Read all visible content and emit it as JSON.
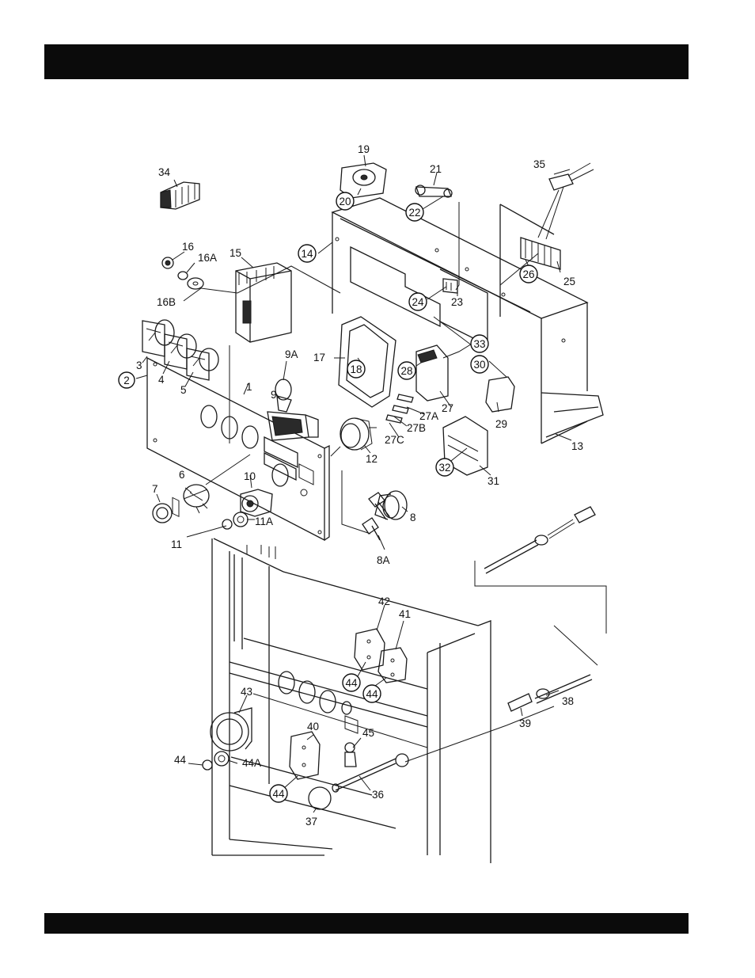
{
  "header_bar": {
    "color": "#0b0b0b"
  },
  "footer_bar": {
    "color": "#0b0b0b"
  },
  "callouts": [
    {
      "id": "c1",
      "label": "1",
      "circled": false
    },
    {
      "id": "c2",
      "label": "2",
      "circled": true
    },
    {
      "id": "c3",
      "label": "3",
      "circled": false
    },
    {
      "id": "c4",
      "label": "4",
      "circled": false
    },
    {
      "id": "c5",
      "label": "5",
      "circled": false
    },
    {
      "id": "c6",
      "label": "6",
      "circled": false
    },
    {
      "id": "c7",
      "label": "7",
      "circled": false
    },
    {
      "id": "c8",
      "label": "8",
      "circled": false
    },
    {
      "id": "c8A",
      "label": "8A",
      "circled": false
    },
    {
      "id": "c9",
      "label": "9",
      "circled": false
    },
    {
      "id": "c9A",
      "label": "9A",
      "circled": false
    },
    {
      "id": "c10",
      "label": "10",
      "circled": false
    },
    {
      "id": "c11",
      "label": "11",
      "circled": false
    },
    {
      "id": "c11A",
      "label": "11A",
      "circled": false
    },
    {
      "id": "c12",
      "label": "12",
      "circled": false
    },
    {
      "id": "c13",
      "label": "13",
      "circled": false
    },
    {
      "id": "c14",
      "label": "14",
      "circled": true
    },
    {
      "id": "c15",
      "label": "15",
      "circled": false
    },
    {
      "id": "c16",
      "label": "16",
      "circled": false
    },
    {
      "id": "c16A",
      "label": "16A",
      "circled": false
    },
    {
      "id": "c16B",
      "label": "16B",
      "circled": false
    },
    {
      "id": "c17",
      "label": "17",
      "circled": false
    },
    {
      "id": "c18",
      "label": "18",
      "circled": true
    },
    {
      "id": "c19",
      "label": "19",
      "circled": false
    },
    {
      "id": "c20",
      "label": "20",
      "circled": true
    },
    {
      "id": "c21",
      "label": "21",
      "circled": false
    },
    {
      "id": "c22",
      "label": "22",
      "circled": true
    },
    {
      "id": "c23",
      "label": "23",
      "circled": false
    },
    {
      "id": "c24",
      "label": "24",
      "circled": true
    },
    {
      "id": "c25",
      "label": "25",
      "circled": false
    },
    {
      "id": "c26",
      "label": "26",
      "circled": true
    },
    {
      "id": "c27",
      "label": "27",
      "circled": false
    },
    {
      "id": "c27A",
      "label": "27A",
      "circled": false
    },
    {
      "id": "c27B",
      "label": "27B",
      "circled": false
    },
    {
      "id": "c27C",
      "label": "27C",
      "circled": false
    },
    {
      "id": "c28",
      "label": "28",
      "circled": true
    },
    {
      "id": "c29",
      "label": "29",
      "circled": false
    },
    {
      "id": "c30",
      "label": "30",
      "circled": true
    },
    {
      "id": "c31",
      "label": "31",
      "circled": false
    },
    {
      "id": "c32",
      "label": "32",
      "circled": true
    },
    {
      "id": "c33",
      "label": "33",
      "circled": true
    },
    {
      "id": "c34",
      "label": "34",
      "circled": false
    },
    {
      "id": "c35",
      "label": "35",
      "circled": false
    },
    {
      "id": "c36",
      "label": "36",
      "circled": false
    },
    {
      "id": "c37",
      "label": "37",
      "circled": false
    },
    {
      "id": "c38",
      "label": "38",
      "circled": false
    },
    {
      "id": "c39",
      "label": "39",
      "circled": false
    },
    {
      "id": "c40",
      "label": "40",
      "circled": false
    },
    {
      "id": "c41",
      "label": "41",
      "circled": false
    },
    {
      "id": "c42",
      "label": "42",
      "circled": false
    },
    {
      "id": "c43",
      "label": "43",
      "circled": false
    },
    {
      "id": "c44a",
      "label": "44",
      "circled": true
    },
    {
      "id": "c44b",
      "label": "44",
      "circled": true
    },
    {
      "id": "c44c",
      "label": "44",
      "circled": true
    },
    {
      "id": "c44d",
      "label": "44",
      "circled": false
    },
    {
      "id": "c44A",
      "label": "44A",
      "circled": false
    },
    {
      "id": "c45",
      "label": "45",
      "circled": false
    }
  ]
}
